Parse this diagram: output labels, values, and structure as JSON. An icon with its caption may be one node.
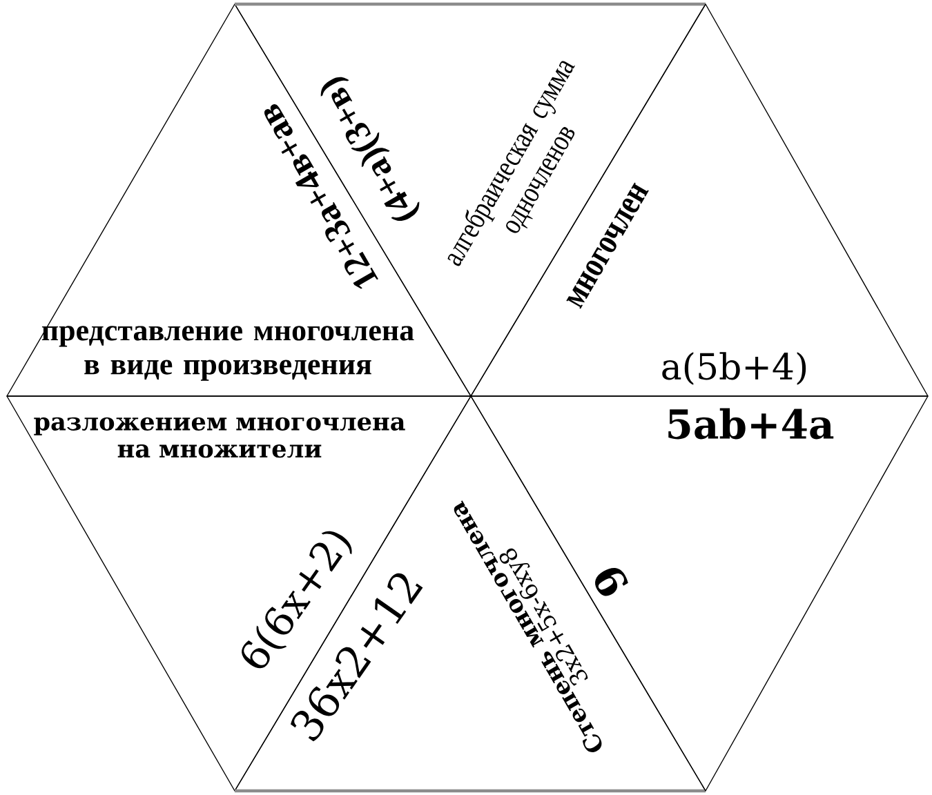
{
  "diagram": {
    "nodes": [
      {
        "text": [
          "12+3а+4в+ав",
          "представление многочлена в виде произведения"
        ]
      },
      {
        "text": [
          "(4+а)(3+в)",
          "алгебраическая сумма одночленов"
        ]
      },
      {
        "text": [
          "многочлен",
          "a(5b+4)"
        ]
      },
      {
        "text": [
          "разложением многочлена на множители",
          "6(6x+2)"
        ]
      },
      {
        "text": [
          "36x2+12",
          "Степень многочлена",
          "3x2+5x-6xy8"
        ]
      },
      {
        "text": [
          "5ab+4a",
          "9"
        ]
      }
    ]
  }
}
